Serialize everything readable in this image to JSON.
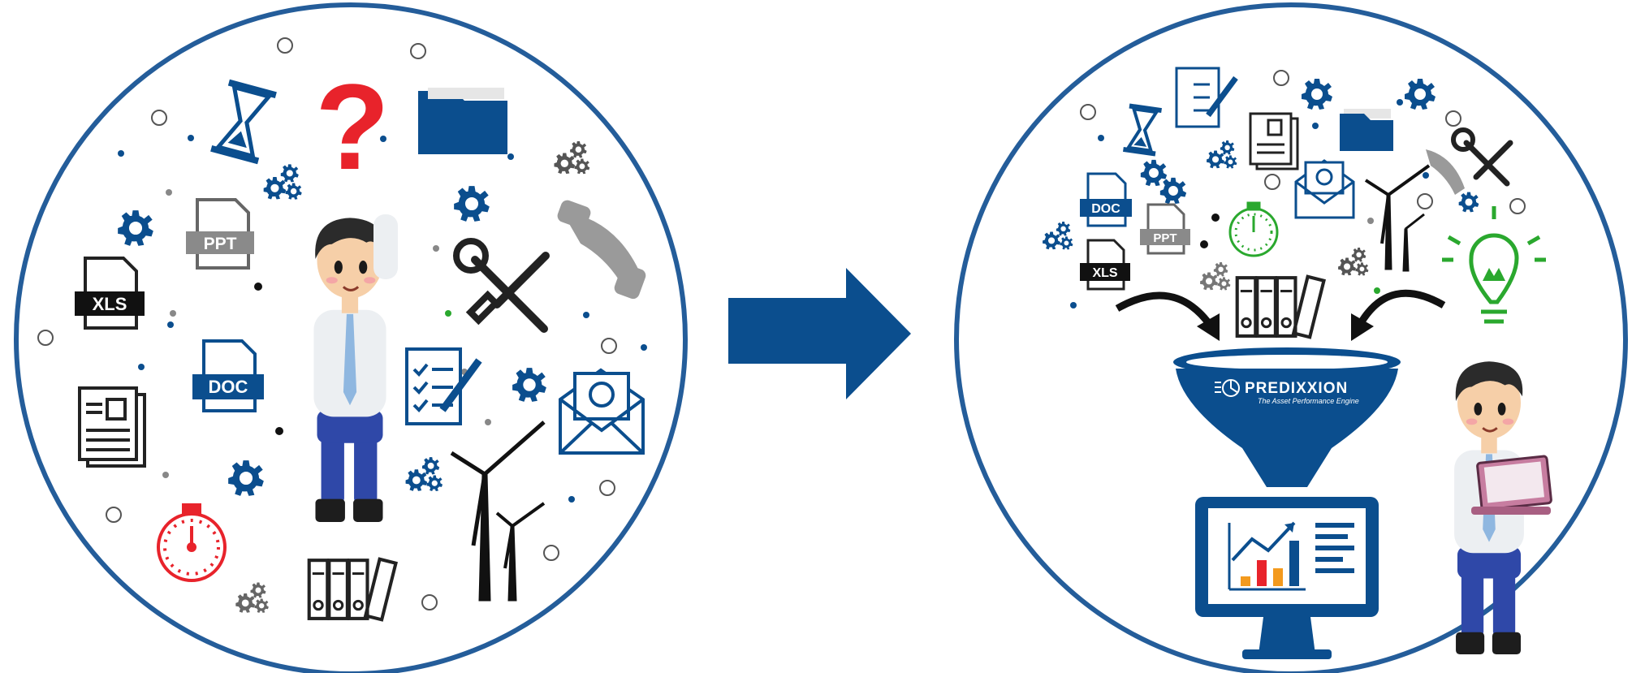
{
  "left_panel": {
    "file_labels": {
      "ppt": "PPT",
      "xls": "XLS",
      "doc": "DOC"
    },
    "question_mark": "?"
  },
  "right_panel": {
    "file_labels": {
      "doc": "DOC",
      "ppt": "PPT",
      "xls": "XLS"
    },
    "brand": {
      "name": "PREDIXXION",
      "tagline": "The Asset Performance Engine"
    }
  },
  "colors": {
    "brand_blue": "#0b4e8e",
    "circle_border": "#245d9a",
    "alert_red": "#e8232b",
    "success_green": "#2aa82e",
    "bar_orange": "#f39a1e",
    "icon_dark": "#222222"
  }
}
